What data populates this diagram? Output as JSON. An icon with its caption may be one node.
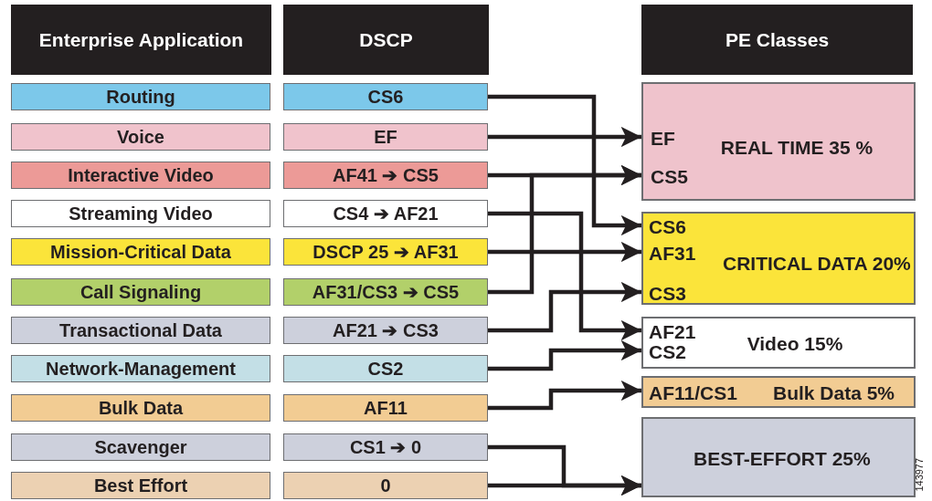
{
  "diagram": {
    "nodes": [
      {
        "text": [
          "Enterprise Application"
        ]
      },
      {
        "text": [
          "DSCP"
        ]
      },
      {
        "text": [
          "PE Classes"
        ]
      },
      {
        "text": [
          "Routing"
        ]
      },
      {
        "text": [
          "Voice"
        ]
      },
      {
        "text": [
          "Interactive Video"
        ]
      },
      {
        "text": [
          "Streaming Video"
        ]
      },
      {
        "text": [
          "Mission-Critical Data"
        ]
      },
      {
        "text": [
          "Call Signaling"
        ]
      },
      {
        "text": [
          "Transactional Data"
        ]
      },
      {
        "text": [
          "Network-Management"
        ]
      },
      {
        "text": [
          "Bulk Data"
        ]
      },
      {
        "text": [
          "Scavenger"
        ]
      },
      {
        "text": [
          "Best Effort"
        ]
      },
      {
        "text": [
          "CS6"
        ]
      },
      {
        "text": [
          "EF"
        ]
      },
      {
        "text": [
          "AF41 ➔ CS5"
        ]
      },
      {
        "text": [
          "CS4 ➔ AF21"
        ]
      },
      {
        "text": [
          "DSCP 25 ➔ AF31"
        ]
      },
      {
        "text": [
          "AF31/CS3 ➔ CS5"
        ]
      },
      {
        "text": [
          "AF21 ➔ CS3"
        ]
      },
      {
        "text": [
          "CS2"
        ]
      },
      {
        "text": [
          "AF11"
        ]
      },
      {
        "text": [
          "CS1 ➔ 0"
        ]
      },
      {
        "text": [
          "0"
        ]
      },
      {
        "text": [
          "EF",
          "REAL TIME 35 %",
          "CS5"
        ]
      },
      {
        "text": [
          "CS6",
          "AF31",
          "CRITICAL DATA 20%",
          "CS3"
        ]
      },
      {
        "text": [
          "AF21",
          "Video 15%",
          "CS2"
        ]
      },
      {
        "text": [
          "AF11/CS1",
          "Bulk Data 5%"
        ]
      },
      {
        "text": [
          "BEST-EFFORT 25%"
        ]
      }
    ],
    "edges": [
      {
        "from": 14,
        "to": 26,
        "arrow": "to"
      },
      {
        "from": 15,
        "to": 25,
        "arrow": "to"
      },
      {
        "from": 16,
        "to": 25,
        "arrow": "to"
      },
      {
        "from": 17,
        "to": 27,
        "arrow": "to"
      },
      {
        "from": 18,
        "to": 26,
        "arrow": "to"
      },
      {
        "from": 19,
        "to": 25,
        "arrow": "to"
      },
      {
        "from": 20,
        "to": 26,
        "arrow": "to"
      },
      {
        "from": 21,
        "to": 27,
        "arrow": "to"
      },
      {
        "from": 22,
        "to": 28,
        "arrow": "to"
      },
      {
        "from": 23,
        "to": 29,
        "arrow": "to"
      },
      {
        "from": 24,
        "to": 29,
        "arrow": "to"
      }
    ],
    "labels": [
      "143977"
    ]
  }
}
